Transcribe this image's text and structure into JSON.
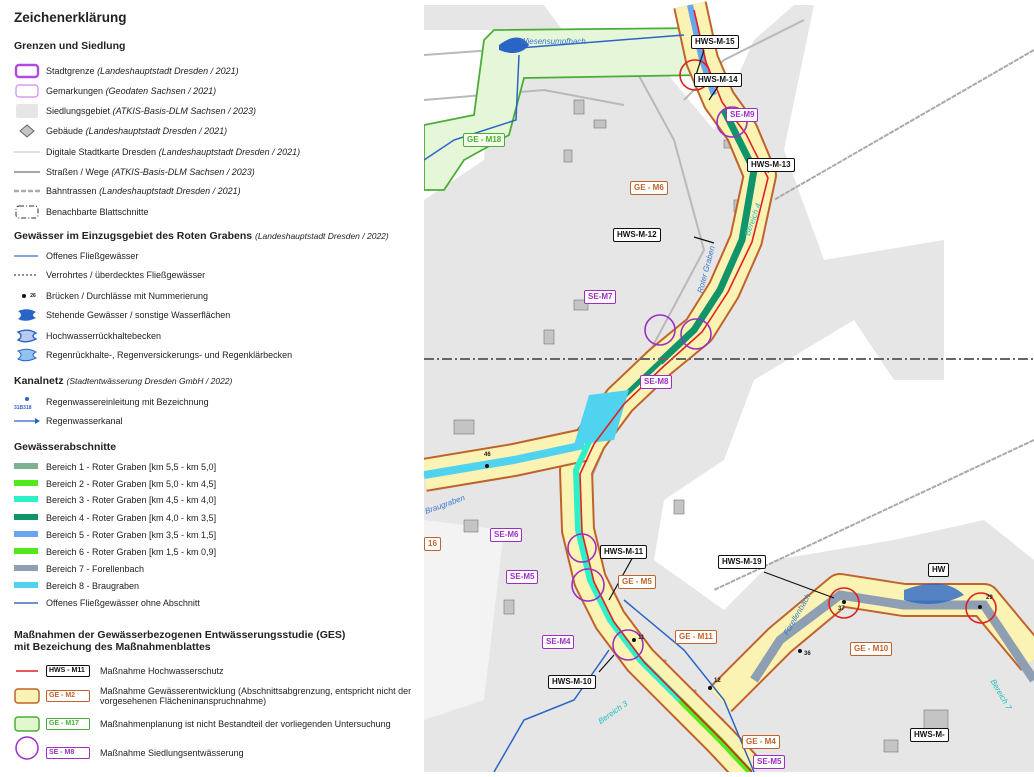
{
  "legend": {
    "title": "Zeichenerklärung",
    "sections": [
      {
        "heading": "Grenzen und Siedlung",
        "source": "",
        "items": [
          {
            "symbol": "city-boundary-box",
            "label": "Stadtgrenze",
            "source": "(Landeshauptstadt Dresden / 2021)"
          },
          {
            "symbol": "district-boundary-box",
            "label": "Gemarkungen",
            "source": "(Geodaten Sachsen / 2021)"
          },
          {
            "symbol": "settlement-area-box",
            "label": "Siedlungsgebiet",
            "source": "(ATKIS-Basis-DLM Sachsen / 2023)"
          },
          {
            "symbol": "building-diamond",
            "label": "Gebäude",
            "source": "(Landeshauptstadt Dresden / 2021)"
          },
          {
            "symbol": "thin-grey-line",
            "label": "Digitale Stadtkarte Dresden",
            "source": "(Landeshauptstadt Dresden / 2021)"
          },
          {
            "symbol": "grey-line",
            "label": "Straßen / Wege",
            "source": "(ATKIS-Basis-DLM Sachsen / 2023)"
          },
          {
            "symbol": "railway-line",
            "label": "Bahntrassen",
            "source": "(Landeshauptstadt Dresden / 2021)"
          },
          {
            "symbol": "dashed-box",
            "label": "Benachbarte Blattschnitte",
            "source": ""
          }
        ]
      },
      {
        "heading": "Gewässer im Einzugsgebiet des Roten Grabens",
        "source": "(Landeshauptstadt Dresden / 2022)",
        "items": [
          {
            "symbol": "blue-line",
            "label": "Offenes Fließgewässer",
            "source": ""
          },
          {
            "symbol": "dotted-line",
            "label": "Verrohrtes / überdecktes Fließgewässer",
            "source": ""
          },
          {
            "symbol": "bridge-dot",
            "label": "Brücken / Durchlässe mit Nummerierung",
            "source": "",
            "number": "26"
          },
          {
            "symbol": "pond-hatched",
            "label": "Stehende Gewässer / sonstige Wasserflächen",
            "source": ""
          },
          {
            "symbol": "retention-basin",
            "label": "Hochwasserrückhaltebecken",
            "source": ""
          },
          {
            "symbol": "rain-basin",
            "label": "Regenrückhalte-, Regenversickerungs- und Regenklärbecken",
            "source": ""
          }
        ]
      },
      {
        "heading": "Kanalnetz",
        "source": "(Stadtentwässerung Dresden GmbH / 2022)",
        "items": [
          {
            "symbol": "outlet-dot",
            "label": "Regenwassereinleitung mit Bezeichnung",
            "source": "",
            "number": "31B318"
          },
          {
            "symbol": "arrow-line",
            "label": "Regenwasserkanal",
            "source": ""
          }
        ]
      },
      {
        "heading": "Gewässerabschnitte",
        "source": "",
        "items": [
          {
            "symbol": "swatch",
            "color": "#7fb08f",
            "label": "Bereich 1 - Roter Graben [km 5,5 - km 5,0]",
            "source": ""
          },
          {
            "symbol": "swatch",
            "color": "#52e81a",
            "label": "Bereich 2 - Roter Graben [km 5,0 - km 4,5]",
            "source": ""
          },
          {
            "symbol": "swatch",
            "color": "#2ef0c8",
            "label": "Bereich 3 - Roter Graben [km 4,5 - km 4,0]",
            "source": ""
          },
          {
            "symbol": "swatch",
            "color": "#11946a",
            "label": "Bereich 4 - Roter Graben [km 4,0 - km 3,5]",
            "source": ""
          },
          {
            "symbol": "swatch",
            "color": "#69a5f0",
            "label": "Bereich 5 - Roter Graben [km 3,5 - km 1,5]",
            "source": ""
          },
          {
            "symbol": "swatch",
            "color": "#52e81a",
            "label": "Bereich 6 - Roter Graben [km 1,5 - km 0,9]",
            "source": ""
          },
          {
            "symbol": "swatch",
            "color": "#8e9fb3",
            "label": "Bereich 7 - Forellenbach",
            "source": ""
          },
          {
            "symbol": "swatch",
            "color": "#4fd3ef",
            "label": "Bereich 8 - Braugraben",
            "source": ""
          },
          {
            "symbol": "darkblue-line",
            "label": "Offenes Fließgewässer ohne Abschnitt",
            "source": ""
          }
        ]
      },
      {
        "heading": "Maßnahmen der Gewässerbezogenen Entwässerungsstudie (GES)",
        "heading2": "mit Bezeichung des Maßnahmenblattes",
        "source": "",
        "items": [
          {
            "symbol": "red-line",
            "tag": "HWS - M11",
            "tag_color": "#111111",
            "label": "Maßnahme Hochwasserschutz",
            "source": ""
          },
          {
            "symbol": "orange-box",
            "tag": "GE - M2",
            "tag_color": "#c0632b",
            "label": "Maßnahme Gewässerentwicklung (Abschnittsabgrenzung, entspricht nicht der",
            "label2": "vorgesehenen Flächeninanspruchnahme)",
            "source": ""
          },
          {
            "symbol": "green-box",
            "tag": "GE - M17",
            "tag_color": "#4aad35",
            "label": "Maßnahmenplanung ist nicht Bestandteil der vorliegenden Untersuchung",
            "source": ""
          },
          {
            "symbol": "purple-circle",
            "tag": "SE - M8",
            "tag_color": "#9b2fc4",
            "label": "Maßnahme Siedlungsentwässerung",
            "source": ""
          }
        ]
      }
    ]
  },
  "map": {
    "colors": {
      "flood": "#e02020",
      "development": "#c0632b",
      "not_part": "#4aad35",
      "drainage": "#9b2fc4",
      "corridor": "#fbf3b4",
      "settlement": "#e6e6e6"
    },
    "labels": [
      {
        "text": "HWS-M-15",
        "kind": "hws"
      },
      {
        "text": "HWS-M-14",
        "kind": "hws"
      },
      {
        "text": "SE-M9",
        "kind": "se"
      },
      {
        "text": "HWS-M-13",
        "kind": "hws"
      },
      {
        "text": "GE - M6",
        "kind": "ge"
      },
      {
        "text": "HWS-M-12",
        "kind": "hws"
      },
      {
        "text": "SE-M7",
        "kind": "se"
      },
      {
        "text": "SE-M8",
        "kind": "se"
      },
      {
        "text": "GE - M18",
        "kind": "gn"
      },
      {
        "text": "SE-M6",
        "kind": "se"
      },
      {
        "text": "HWS-M-11",
        "kind": "hws"
      },
      {
        "text": "SE-M5",
        "kind": "se"
      },
      {
        "text": "GE - M5",
        "kind": "ge"
      },
      {
        "text": "SE-M4",
        "kind": "se"
      },
      {
        "text": "HWS-M-10",
        "kind": "hws"
      },
      {
        "text": "GE - M11",
        "kind": "ge"
      },
      {
        "text": "HWS-M-19",
        "kind": "hws"
      },
      {
        "text": "GE - M10",
        "kind": "ge"
      },
      {
        "text": "HW",
        "kind": "hws"
      },
      {
        "text": "HWS-M-",
        "kind": "hws"
      },
      {
        "text": "GE - M4",
        "kind": "ge"
      },
      {
        "text": "SE-M5",
        "kind": "se"
      },
      {
        "text": "16",
        "kind": "ge"
      }
    ],
    "water_names": [
      "Wiesensumpfbach",
      "Bereich 4",
      "Roter Graben",
      "Forellenbach",
      "Bereich 3",
      "Bereich 7",
      "Braugraben"
    ],
    "bridge_numbers": [
      "46",
      "11",
      "12",
      "36",
      "37",
      "29"
    ]
  }
}
